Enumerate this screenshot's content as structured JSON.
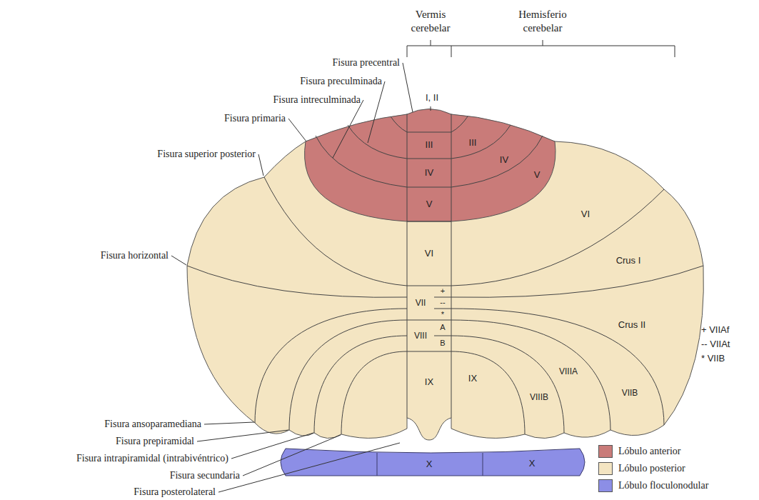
{
  "diagram": {
    "labels": [
      "Vermis cerebelar",
      "Hemisferio cerebelar",
      "Fisura precentral",
      "Fisura preculminada",
      "Fisura intreculminada",
      "Fisura primaria",
      "Fisura superior posterior",
      "Fisura horizontal",
      "Fisura ansoparamediana",
      "Fisura prepiramidal",
      "Fisura intrapiramidal (intrabivéntrico)",
      "Fisura secundaria",
      "Fisura posterolateral",
      "I, II",
      "III",
      "III",
      "IV",
      "IV",
      "V",
      "V",
      "VI",
      "VI",
      "Crus I",
      "VII",
      "+",
      "--",
      "*",
      "A",
      "VIII",
      "B",
      "Crus II",
      "IX",
      "IX",
      "VIIIA",
      "VIIIB",
      "VIIB",
      "X",
      "X",
      "+ VIIAf",
      "-- VIIAt",
      "* VIIB"
    ],
    "legend": [
      {
        "text": "Lóbulo anterior",
        "color": "#c97b79"
      },
      {
        "text": "Lóbulo posterior",
        "color": "#f4e5c2"
      },
      {
        "text": "Lóbulo floculonodular",
        "color": "#8c8ee6"
      }
    ]
  }
}
